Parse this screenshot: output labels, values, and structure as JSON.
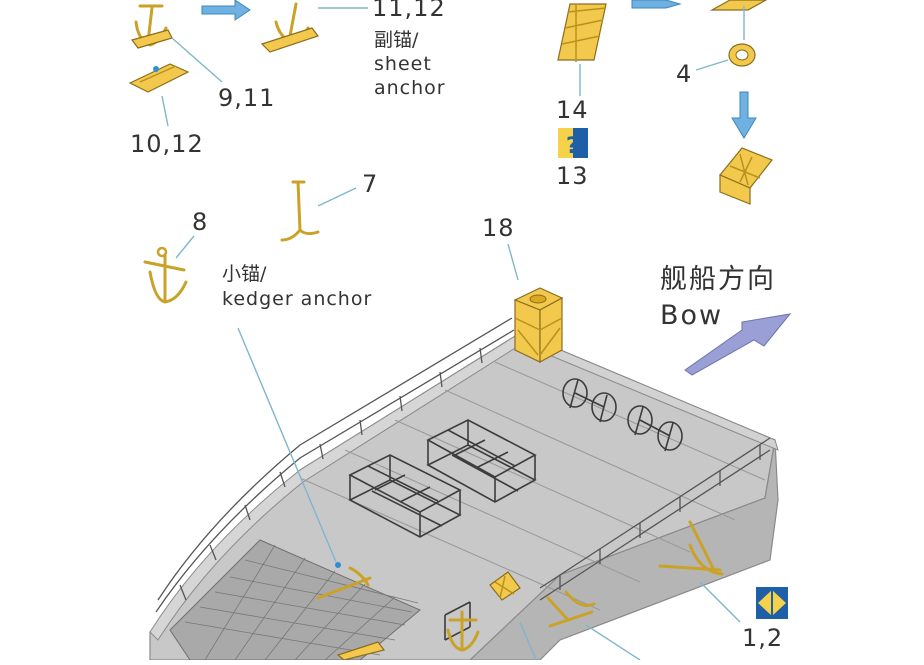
{
  "callouts": {
    "c_11_12": "11,12",
    "c_9_11": "9,11",
    "c_10_12": "10,12",
    "c_14": "14",
    "c_13": "13",
    "c_4": "4",
    "c_7": "7",
    "c_8": "8",
    "c_18": "18",
    "c_1_2": "1,2"
  },
  "labels": {
    "sheet_anchor_cn": "副锚/",
    "sheet_anchor_en_1": "sheet",
    "sheet_anchor_en_2": "anchor",
    "kedger_anchor_cn": "小锚/",
    "kedger_anchor_en": "kedger anchor",
    "bow_cn": "舰船方向",
    "bow_en": "Bow"
  },
  "badges": {
    "question_badge": "?"
  },
  "colors": {
    "part_gold": "#f2c94c",
    "leader_line": "#7fb6cc",
    "hull_gray": "#c8c8c8",
    "arrow_blue": "#6fb1e0",
    "bow_arrow": "#9a9fd6",
    "badge_blue": "#1f5fa8",
    "badge_yellow": "#f5d24a"
  }
}
